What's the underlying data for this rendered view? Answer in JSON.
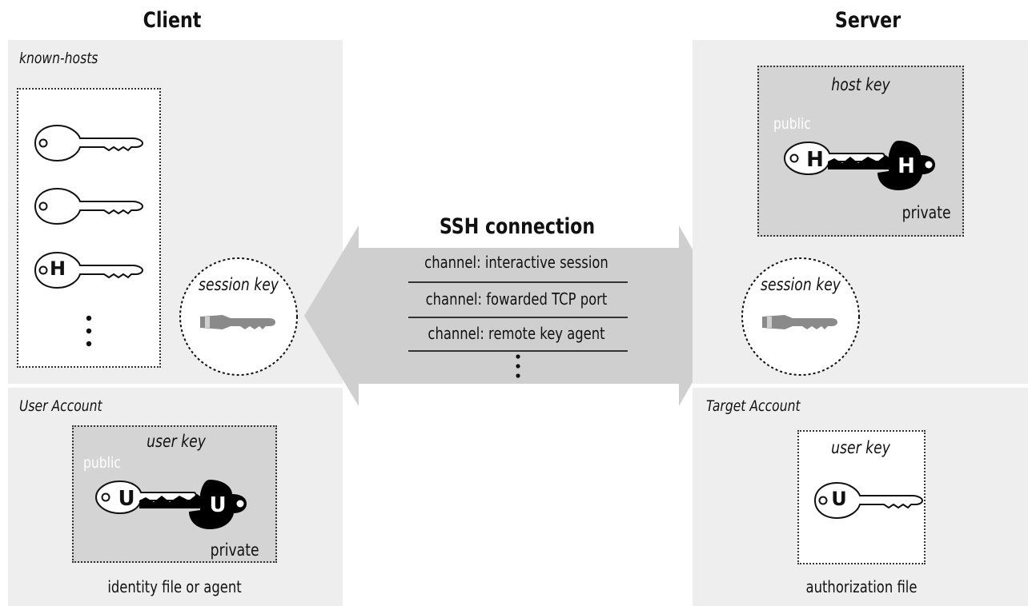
{
  "client": {
    "title": "Client",
    "known_hosts_label": "known-hosts",
    "key_marks": [
      "",
      "",
      "H"
    ],
    "user_account_label": "User Account",
    "user_key_label": "user key",
    "user_key_public": "public",
    "user_key_private": "private",
    "user_key_letter": "U",
    "user_key_caption": "identity file or agent",
    "session_key_label": "session key"
  },
  "server": {
    "title": "Server",
    "host_key_label": "host key",
    "host_key_public": "public",
    "host_key_private": "private",
    "host_key_letter": "H",
    "target_account_label": "Target Account",
    "target_user_key_label": "user key",
    "target_user_key_letter": "U",
    "target_caption": "authorization file",
    "session_key_label": "session key"
  },
  "connection": {
    "title": "SSH connection",
    "channels": [
      "channel: interactive session",
      "channel: fowarded TCP port",
      "channel: remote key agent"
    ]
  },
  "colors": {
    "panel": "#eeeeee",
    "key_box": "#d4d4d4",
    "arrow": "#cfcfcf",
    "session_key": "#8a8a8a"
  }
}
